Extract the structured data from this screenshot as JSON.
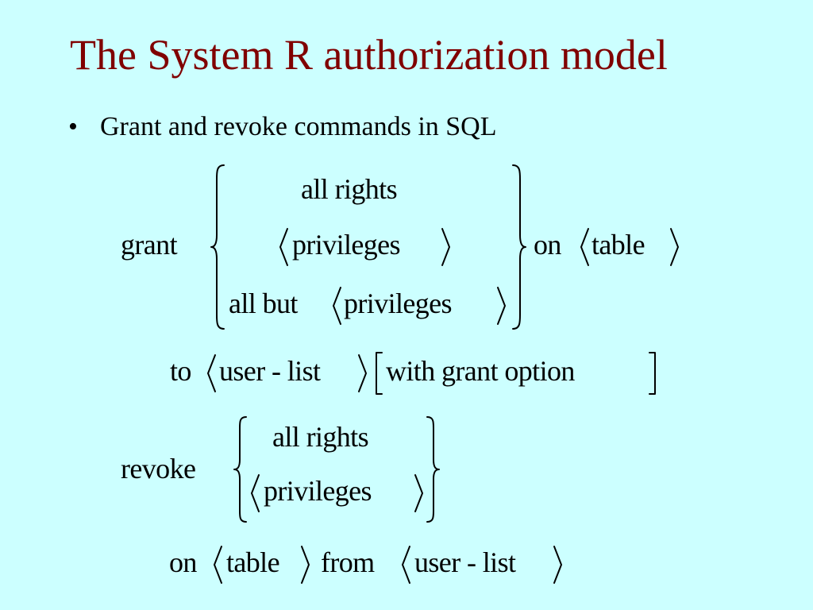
{
  "slide": {
    "title": "The System R authorization model",
    "title_color": "#800000",
    "background_color": "#ccffff",
    "bullet_symbol": "•",
    "bullet_text": "Grant and revoke commands in SQL"
  },
  "grant_statement": {
    "keyword": "grant",
    "options": {
      "all_rights": "all rights",
      "privileges": "privileges",
      "all_but_prefix": "all but",
      "all_but_privileges": "privileges"
    },
    "on_keyword": "on",
    "table": "table",
    "to_keyword": "to",
    "user_list": "user - list",
    "grant_option": "with grant option"
  },
  "revoke_statement": {
    "keyword": "revoke",
    "options": {
      "all_rights": "all rights",
      "privileges": "privileges"
    },
    "on_keyword": "on",
    "table": "table",
    "from_keyword": "from",
    "user_list": "user - list"
  }
}
